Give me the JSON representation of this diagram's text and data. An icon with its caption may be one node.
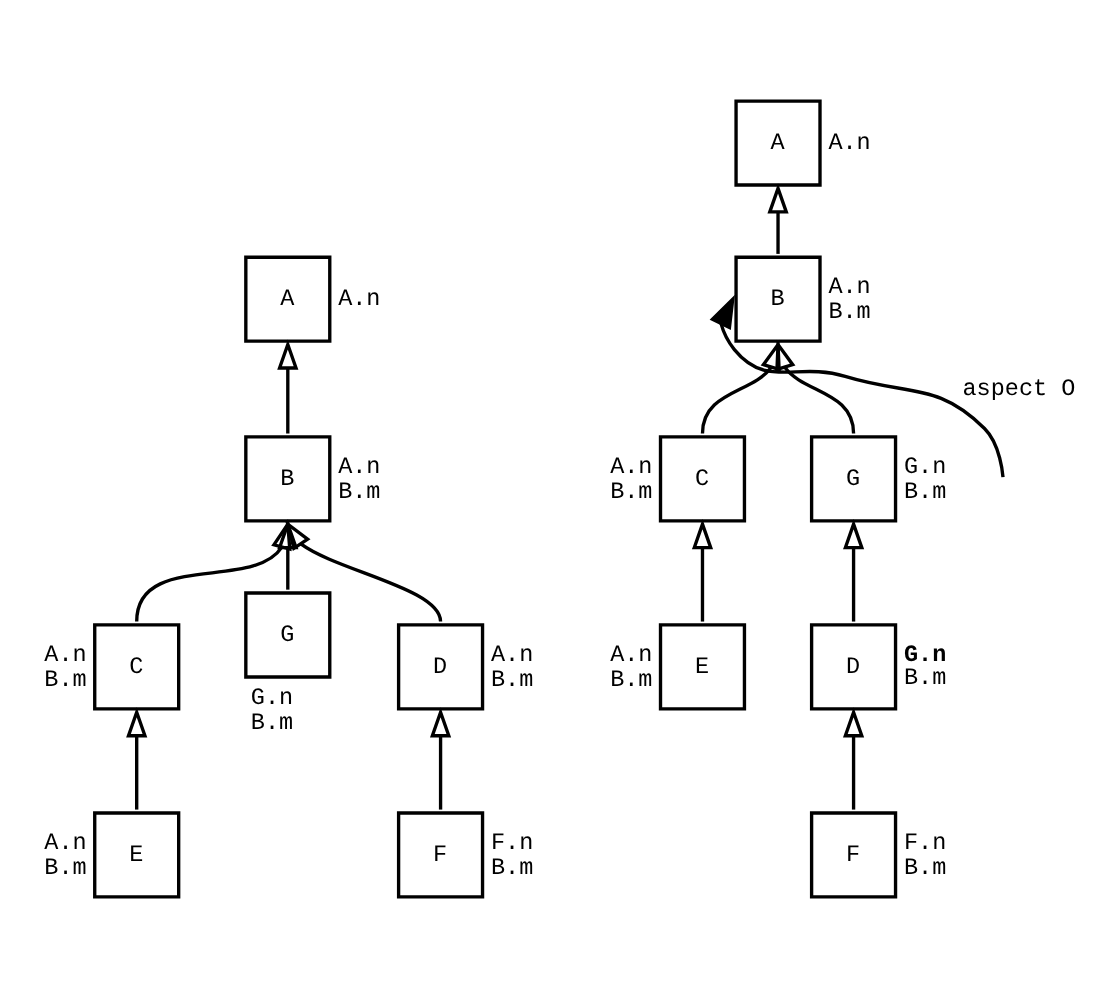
{
  "diagram": {
    "nodes": [
      {
        "text": [
          "A"
        ],
        "beside": [
          "A.n"
        ]
      },
      {
        "text": [
          "B"
        ],
        "beside": [
          "A.n",
          "B.m"
        ]
      },
      {
        "text": [
          "C"
        ],
        "beside": [
          "A.n",
          "B.m"
        ]
      },
      {
        "text": [
          "G"
        ],
        "beside": [
          "G.n",
          "B.m"
        ]
      },
      {
        "text": [
          "D"
        ],
        "beside": [
          "A.n",
          "B.m"
        ]
      },
      {
        "text": [
          "E"
        ],
        "beside": [
          "A.n",
          "B.m"
        ]
      },
      {
        "text": [
          "F"
        ],
        "beside": [
          "F.n",
          "B.m"
        ]
      },
      {
        "text": [
          "A"
        ],
        "beside": [
          "A.n"
        ]
      },
      {
        "text": [
          "B"
        ],
        "beside": [
          "A.n",
          "B.m"
        ]
      },
      {
        "text": [
          "C"
        ],
        "beside": [
          "A.n",
          "B.m"
        ]
      },
      {
        "text": [
          "G"
        ],
        "beside": [
          "G.n",
          "B.m"
        ]
      },
      {
        "text": [
          "E"
        ],
        "beside": [
          "A.n",
          "B.m"
        ]
      },
      {
        "text": [
          "D"
        ],
        "beside": [
          "G.n",
          "B.m"
        ]
      },
      {
        "text": [
          "F"
        ],
        "beside": [
          "F.n",
          "B.m"
        ]
      }
    ],
    "edges": [
      {
        "from": 1,
        "to": 0,
        "arrow": "to"
      },
      {
        "from": 2,
        "to": 1,
        "arrow": "to"
      },
      {
        "from": 3,
        "to": 1,
        "arrow": "to"
      },
      {
        "from": 4,
        "to": 1,
        "arrow": "to"
      },
      {
        "from": 5,
        "to": 2,
        "arrow": "to"
      },
      {
        "from": 6,
        "to": 4,
        "arrow": "to"
      },
      {
        "from": null,
        "to": 8,
        "arrow": "to",
        "label": "aspect O"
      },
      {
        "from": 8,
        "to": 7,
        "arrow": "to"
      },
      {
        "from": 9,
        "to": 8,
        "arrow": "to"
      },
      {
        "from": 10,
        "to": 8,
        "arrow": "to"
      },
      {
        "from": 11,
        "to": 9,
        "arrow": "to"
      },
      {
        "from": 12,
        "to": 10,
        "arrow": "to"
      },
      {
        "from": 13,
        "to": 12,
        "arrow": "to"
      }
    ]
  }
}
